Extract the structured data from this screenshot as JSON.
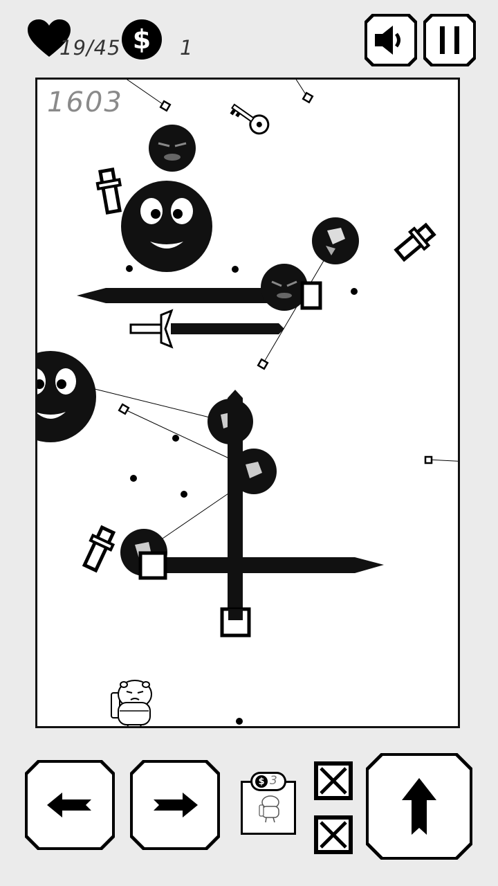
{
  "hud": {
    "lives_text": "19/45",
    "coins_text": "1",
    "heart_icon": "heart-icon",
    "coin_icon": "dollar-coin-icon",
    "sound_icon": "speaker-icon",
    "pause_icon": "pause-icon"
  },
  "field": {
    "score": "1603"
  },
  "controls": {
    "left_icon": "arrow-left-icon",
    "right_icon": "arrow-right-icon",
    "jump_icon": "arrow-up-icon",
    "shop_price": "3",
    "slot_icon": "empty-slot-icon"
  },
  "colors": {
    "background": "#ebebeb",
    "ink": "#000000",
    "paper": "#ffffff"
  }
}
